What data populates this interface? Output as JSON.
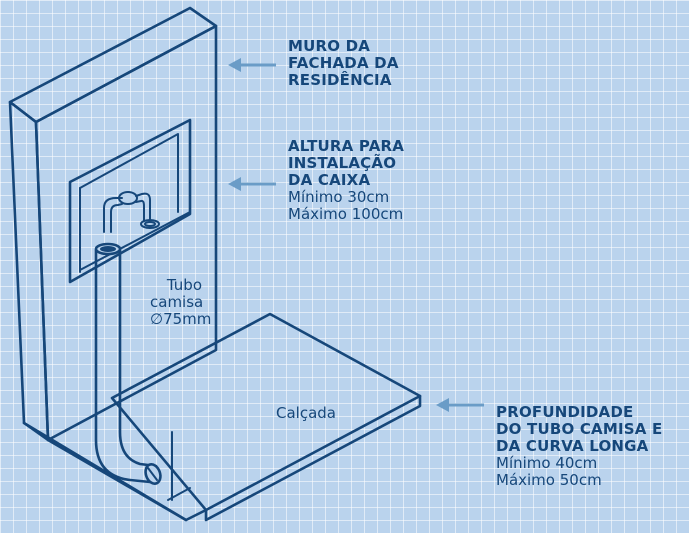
{
  "labels": {
    "wall": {
      "heading": [
        "MURO DA",
        "FACHADA DA",
        "RESIDÊNCIA"
      ]
    },
    "box_height": {
      "heading": [
        "ALTURA PARA",
        "INSTALAÇÃO",
        "DA CAIXA"
      ],
      "details": [
        "Mínimo 30cm",
        "Máximo 100cm"
      ]
    },
    "depth": {
      "heading": [
        "PROFUNDIDADE",
        "DO TUBO CAMISA E",
        "DA CURVA LONGA"
      ],
      "details": [
        "Mínimo 40cm",
        "Máximo 50cm"
      ]
    },
    "pipe": {
      "lines": [
        "Tubo",
        "camisa",
        "∅75mm"
      ]
    },
    "sidewalk": {
      "text": "Calçada"
    }
  },
  "colors": {
    "background": "#bad3ed",
    "grid": "#ffffff",
    "drawing": "#16477a",
    "arrow": "#6a9cc7"
  }
}
